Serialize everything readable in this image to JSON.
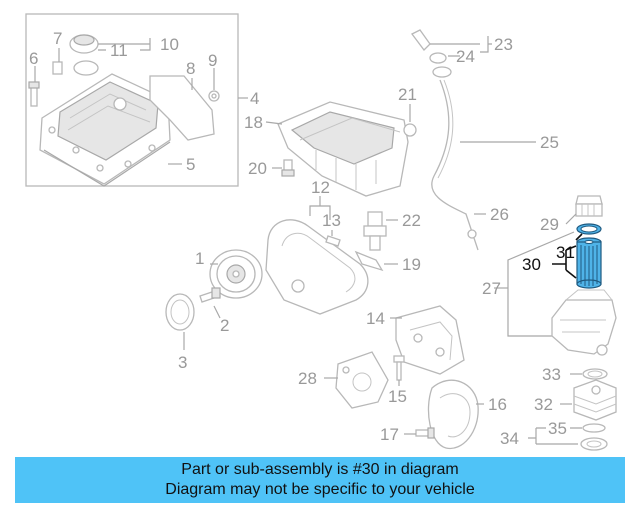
{
  "colors": {
    "banner_bg": "#4fc3f7",
    "callout_text": "#999999",
    "highlight_text": "#111111",
    "line_art": "#b8b8b8",
    "highlight_part": "#4fb3e8"
  },
  "callouts": {
    "c1": "1",
    "c2": "2",
    "c3": "3",
    "c4": "4",
    "c5": "5",
    "c6": "6",
    "c7": "7",
    "c8": "8",
    "c9": "9",
    "c10": "10",
    "c11": "11",
    "c12": "12",
    "c13": "13",
    "c14": "14",
    "c15": "15",
    "c16": "16",
    "c17": "17",
    "c18": "18",
    "c19": "19",
    "c20": "20",
    "c21": "21",
    "c22": "22",
    "c23": "23",
    "c24": "24",
    "c25": "25",
    "c26": "26",
    "c27": "27",
    "c28": "28",
    "c29": "29",
    "c30": "30",
    "c31": "31",
    "c32": "32",
    "c33": "33",
    "c34": "34",
    "c35": "35"
  },
  "banner": {
    "line1": "Part or sub-assembly is #30 in diagram",
    "line2": "Diagram may not be specific to your vehicle"
  }
}
